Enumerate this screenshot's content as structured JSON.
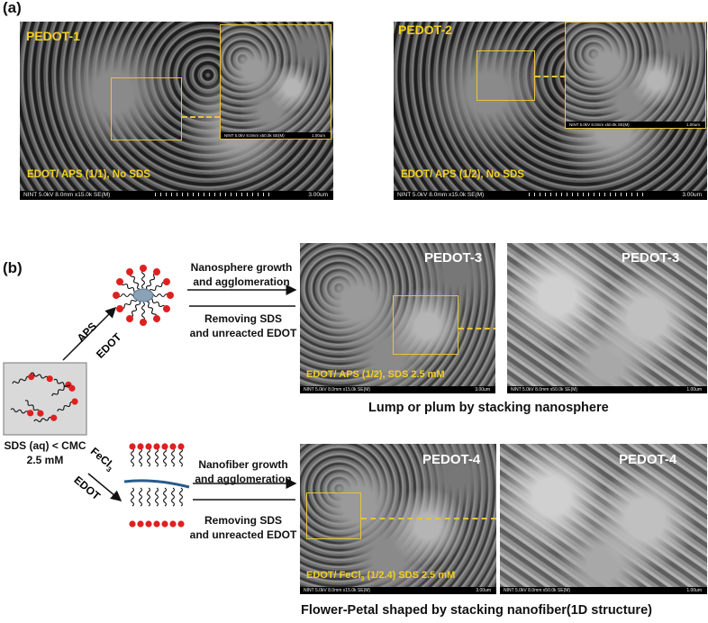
{
  "panel_a": {
    "label": "(a)",
    "left": {
      "name": "PEDOT-1",
      "condition": "EDOT/ APS (1/1), No SDS",
      "footer_main": "NINT 5.0kV 8.0mm x15.0k SE(M)",
      "scale_main": "3.00um",
      "footer_inset": "NINT 5.0kV 8.0mm x50.0k SE(M)",
      "scale_inset": "1.00um"
    },
    "right": {
      "name": "PEDOT-2",
      "condition": "EDOT/ APS (1/2), No SDS",
      "footer_main": "NINT 5.0kV 8.0mm x15.0k SE(M)",
      "scale_main": "3.00um",
      "footer_inset": "NINT 5.0kV 8.0mm x50.0k SE(M)",
      "scale_inset": "1.00um"
    }
  },
  "panel_b": {
    "label": "(b)",
    "start": {
      "line1": "SDS (aq) < CMC",
      "line2": "2.5 mM"
    },
    "top_route": {
      "reagent": "APS",
      "monomer": "EDOT",
      "step1_line1": "Nanosphere growth",
      "step1_line2": "and agglomeration",
      "step2_line1": "Removing SDS",
      "step2_line2": "and unreacted EDOT",
      "name": "PEDOT-3",
      "condition": "EDOT/ APS (1/2), SDS 2.5 mM",
      "footer_main": "NINT 5.0kV 8.0mm x15.0k SE(M)",
      "scale_main": "3.00um",
      "footer_zoom": "NINT 5.0kV 8.0mm x50.0k SE(M)",
      "scale_zoom": "1.00um",
      "caption": "Lump or plum by stacking nanosphere"
    },
    "bottom_route": {
      "reagent": "FeCl",
      "reagent_sub": "3",
      "monomer": "EDOT",
      "step1_line1": "Nanofiber growth",
      "step1_line2": "and agglomeration",
      "step2_line1": "Removing SDS",
      "step2_line2": "and unreacted EDOT",
      "name": "PEDOT-4",
      "condition_prefix": "EDOT/ FeCl",
      "condition_sub": "3",
      "condition_suffix": " (1/2.4) SDS 2.5 mM",
      "footer_main": "NINT 5.0kV 8.0mm x15.0k SE(M)",
      "scale_main": "3.00um",
      "footer_zoom": "NINT 5.0kV 8.0mm x50.0k SE(M)",
      "scale_zoom": "1.00um",
      "caption": "Flower-Petal shaped by stacking nanofiber(1D structure)"
    }
  },
  "colors": {
    "highlight": "#e8c33a",
    "head_group": "#e02020",
    "core": "#8aa2b8",
    "fiber": "#2a5a8a"
  }
}
